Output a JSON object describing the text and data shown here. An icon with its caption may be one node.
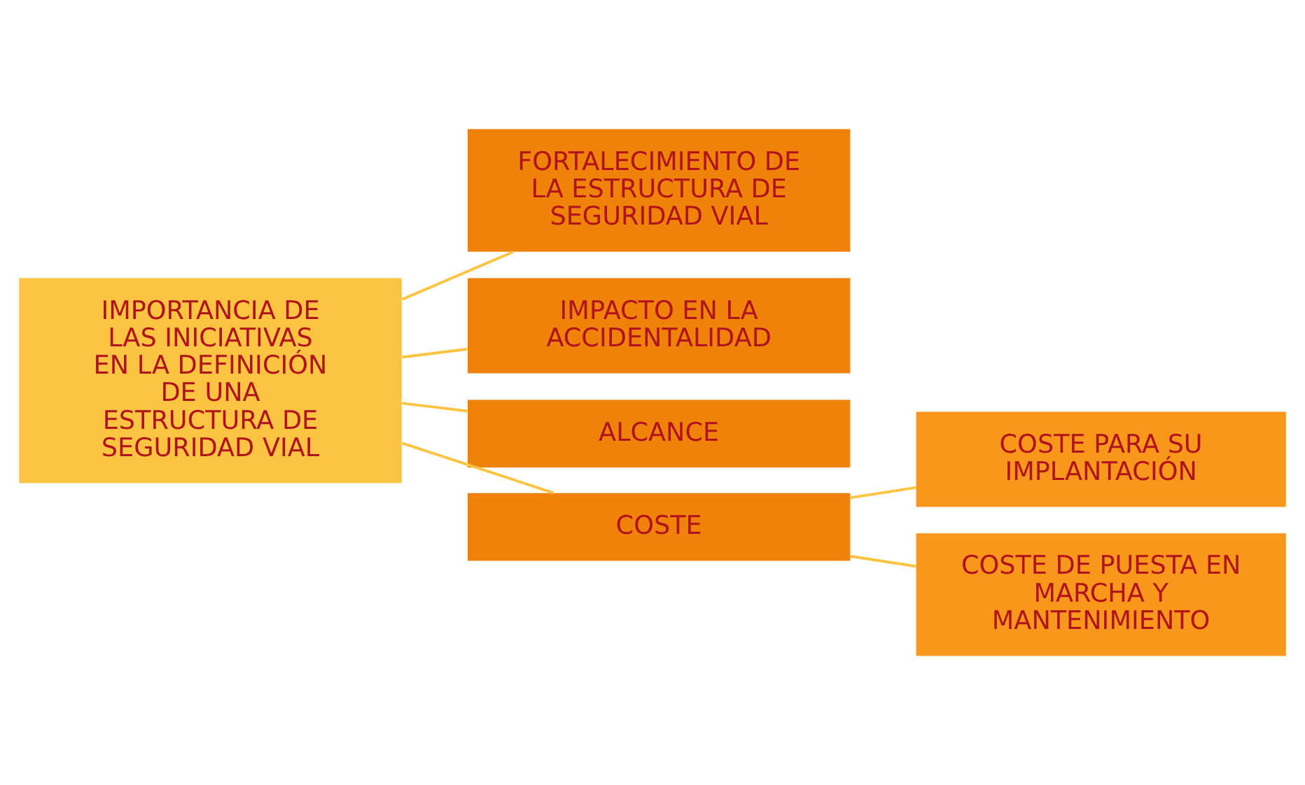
{
  "diagram": {
    "nodes": [
      {
        "text": [
          "IMPORTANCIA DE LAS INICIATIVAS EN LA DEFINICIÓN DE UNA ESTRUCTURA DE SEGURIDAD VIAL"
        ]
      },
      {
        "text": [
          "FORTALECIMIENTO DE LA ESTRUCTURA DE SEGURIDAD VIAL"
        ]
      },
      {
        "text": [
          "IMPACTO EN LA ACCIDENTALIDAD"
        ]
      },
      {
        "text": [
          "ALCANCE"
        ]
      },
      {
        "text": [
          "COSTE"
        ]
      },
      {
        "text": [
          "COSTE PARA SU IMPLANTACIÓN"
        ]
      },
      {
        "text": [
          "COSTE DE PUESTA EN MARCHA Y MANTENIMIENTO"
        ]
      }
    ],
    "edges": [
      {
        "from": 0,
        "to": 1,
        "arrow": "none"
      },
      {
        "from": 0,
        "to": 2,
        "arrow": "none"
      },
      {
        "from": 0,
        "to": 3,
        "arrow": "none"
      },
      {
        "from": 0,
        "to": 4,
        "arrow": "none"
      },
      {
        "from": 4,
        "to": 5,
        "arrow": "none"
      },
      {
        "from": 4,
        "to": 6,
        "arrow": "none"
      }
    ]
  }
}
